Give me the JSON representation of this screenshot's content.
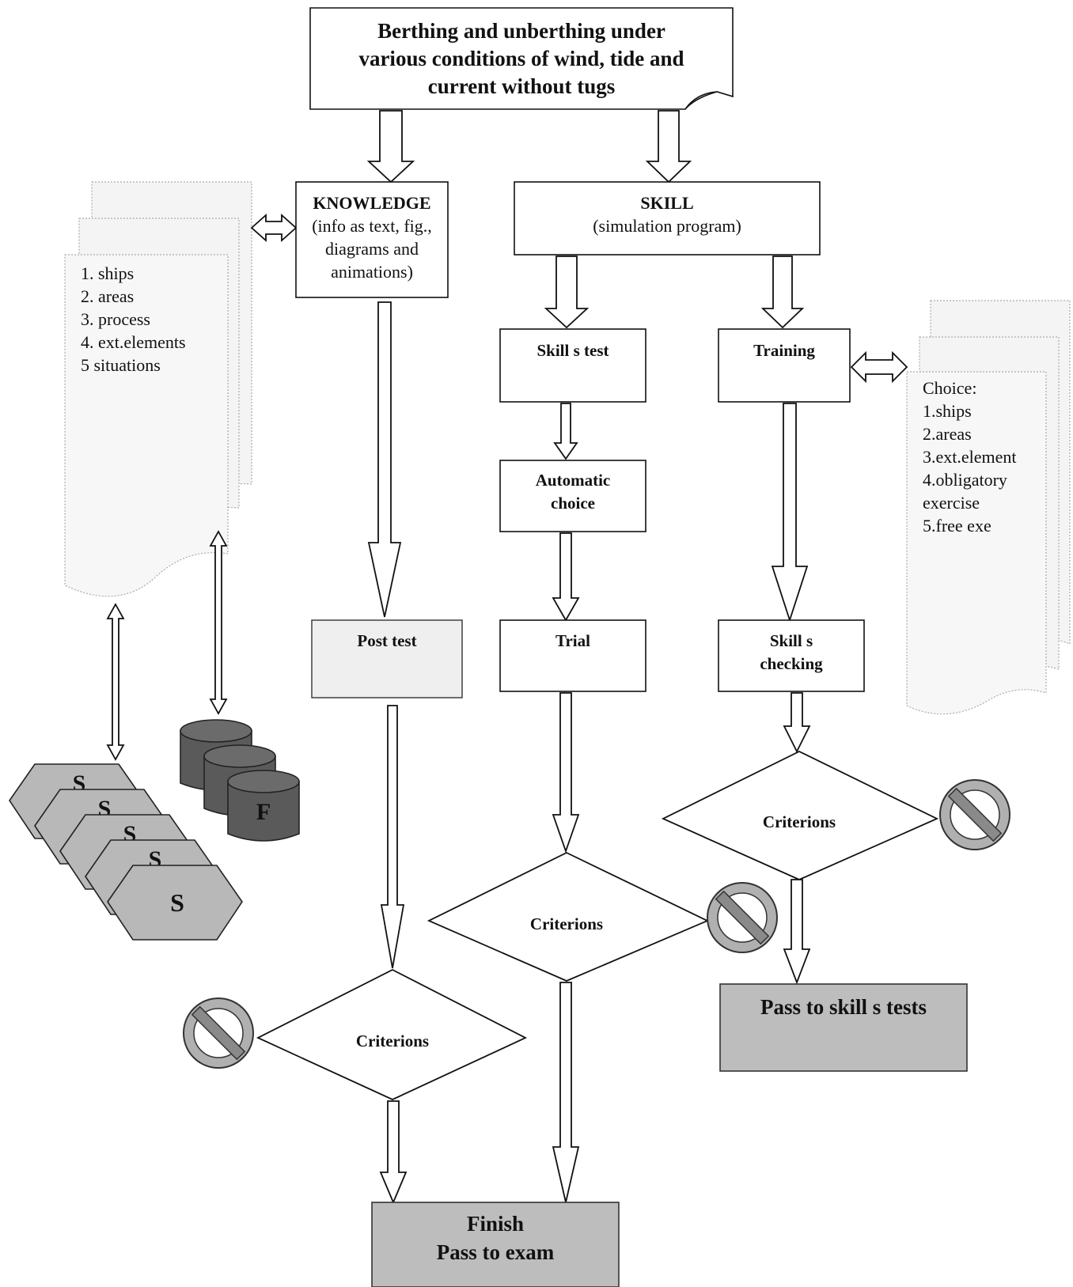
{
  "top_box": {
    "lines": [
      "Berthing and unberthing under",
      "various conditions of wind, tide and",
      "current without tugs"
    ]
  },
  "knowledge": {
    "title": "KNOWLEDGE",
    "lines": [
      "(info as text, fig.,",
      "diagrams and",
      "animations)"
    ]
  },
  "skill": {
    "title": "SKILL",
    "subtitle": "(simulation program)"
  },
  "left_doc": {
    "items": [
      "1. ships",
      "2. areas",
      "3. process",
      "4. ext.elements",
      "5 situations"
    ]
  },
  "right_doc": {
    "heading": "Choice:",
    "items": [
      "1.ships",
      "2.areas",
      "3.ext.element",
      "4.obligatory",
      "exercise",
      "5.free exe"
    ]
  },
  "skills_test": "Skill s test",
  "training": "Training",
  "automatic_choice": [
    "Automatic",
    "choice"
  ],
  "post_test": "Post test",
  "trial": "Trial",
  "skills_checking": [
    "Skill s",
    "checking"
  ],
  "criterions": {
    "training": "Criterions",
    "trial": "Criterions",
    "knowledge": "Criterions"
  },
  "pass_skills": "Pass to skill s tests",
  "finish": [
    "Finish",
    "Pass to exam"
  ],
  "hexagons": {
    "stack_letter": "S",
    "front_letter": "S"
  },
  "database_letter": "F",
  "colors": {
    "gray_box": "#bdbdbd",
    "light_box": "#efefef",
    "no_sign": "#b0b0b0"
  }
}
